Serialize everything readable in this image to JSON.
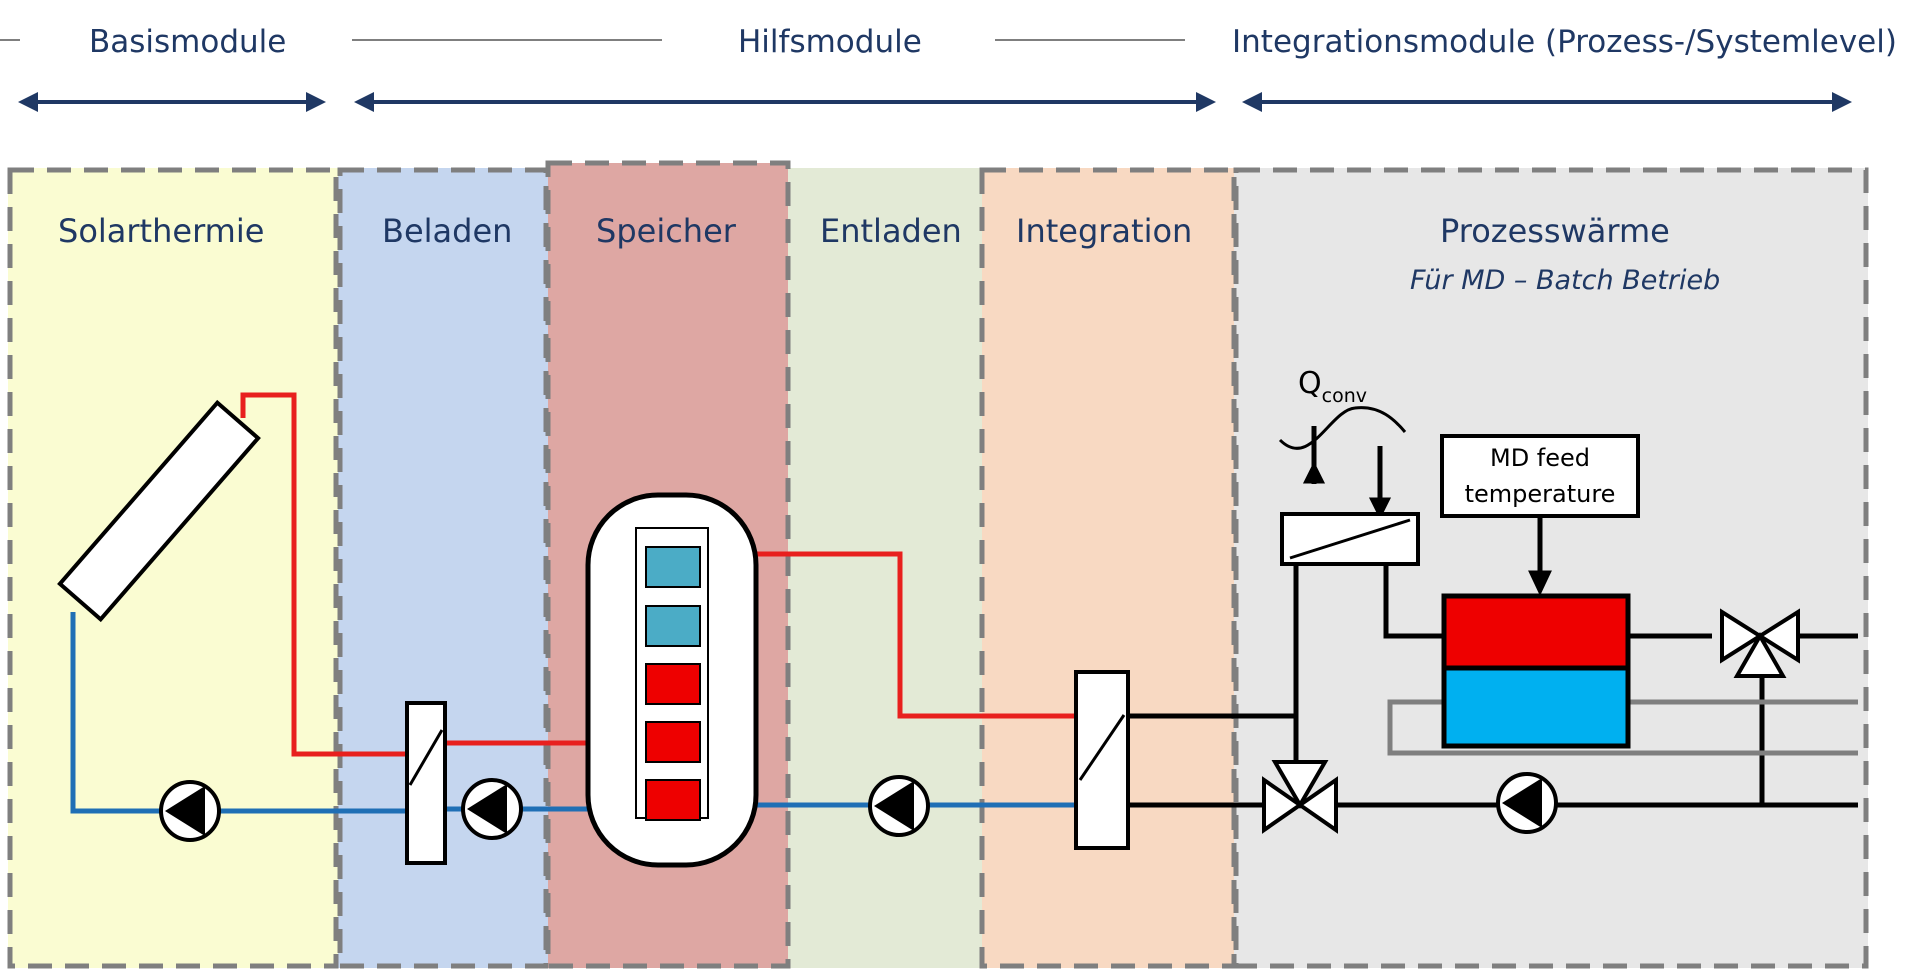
{
  "headers": {
    "basis": "Basismodule",
    "hilfs": "Hilfsmodule",
    "integration": "Integrationsmodule (Prozess-/Systemlevel)"
  },
  "zones": {
    "solarthermie": "Solarthermie",
    "beladen": "Beladen",
    "speicher": "Speicher",
    "entladen": "Entladen",
    "integration": "Integration",
    "prozesswaerme": "Prozesswärme",
    "prozesswaerme_sub": "Für MD – Batch Betrieb"
  },
  "labels": {
    "q": "Q",
    "q_sub": "conv",
    "md_feed_line1": "MD feed",
    "md_feed_line2": "temperature"
  },
  "colors": {
    "title": "#1F3864",
    "hot": "#E8201E",
    "cold": "#1F6FB5",
    "zone_solar": "#FAFCD2",
    "zone_beladen": "#C5D6EF",
    "zone_speicher": "#DEA7A3",
    "zone_entladen": "#E3EAD6",
    "zone_integration": "#F8D9C2",
    "zone_prozess": "#E7E7E7",
    "tank_hot": "#EE0000",
    "tank_cold": "#00B0F0",
    "storage_cold": "#4BACC6"
  }
}
